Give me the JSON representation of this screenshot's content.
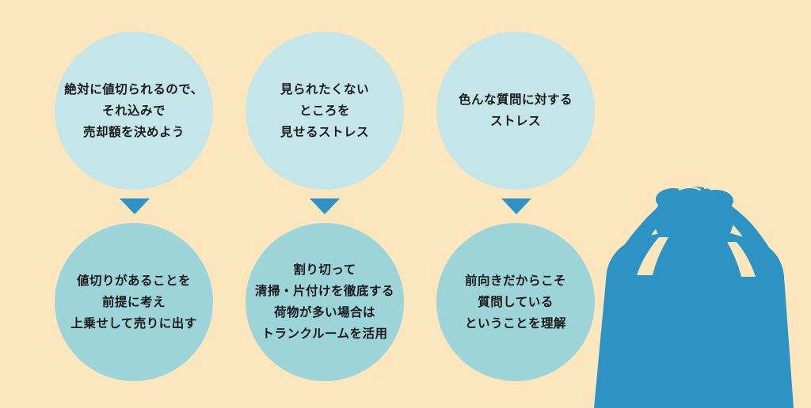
{
  "columns": [
    {
      "problem": "絶対に値切られるので、\nそれ込みで\n売却額を決めよう",
      "solution": "値切りがあることを\n前提に考え\n上乗せして売りに出す"
    },
    {
      "problem": "見られたくない\nところを\n見せるストレス",
      "solution": "割り切って\n清掃・片付けを徹底する\n荷物が多い場合は\nトランクルームを活用"
    },
    {
      "problem": "色んな質問に対する\nストレス",
      "solution": "前向きだからこそ\n質問している\nということを理解"
    }
  ],
  "colors": {
    "background": "#fbe6bd",
    "problem_circle": "#c5e6e9",
    "solution_circle": "#9dd4da",
    "arrow": "#2d93c5",
    "person": "#2d93c5"
  },
  "illustration": "stressed-person-holding-head-icon"
}
